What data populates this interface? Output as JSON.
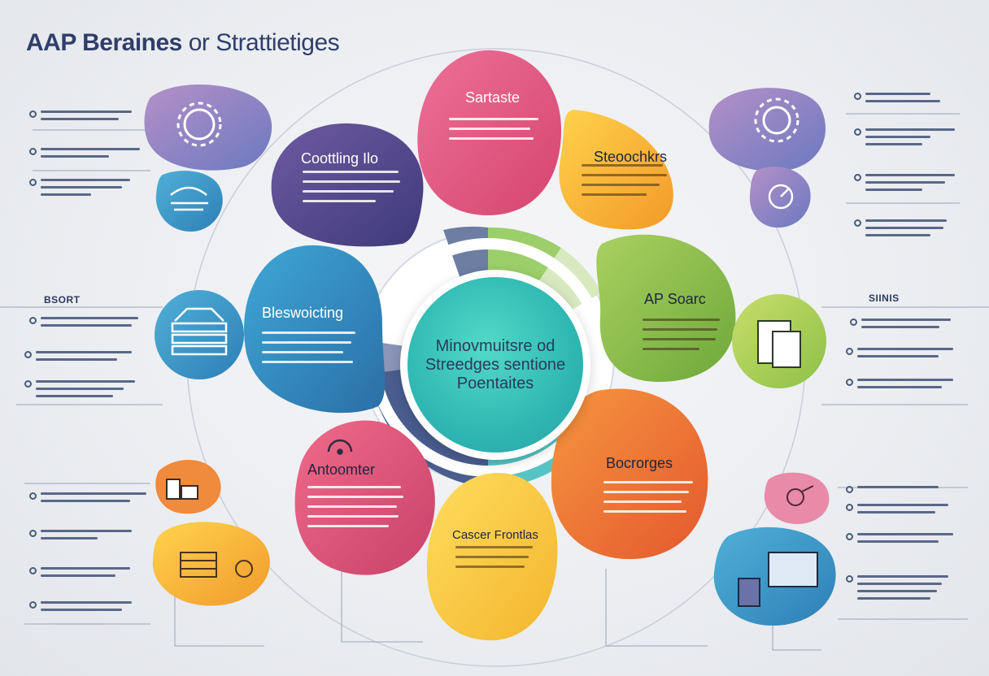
{
  "title": {
    "main": "AAP Beraines",
    "rest": " or Strattietiges"
  },
  "hub": {
    "line1": "Minovmuitsre od",
    "line2": "Streedges sentione",
    "line3": "Poentaites"
  },
  "segments": {
    "top": {
      "title": "Sartaste",
      "color": "#e0567f"
    },
    "top_left": {
      "title": "Coottling Ilo",
      "color": "#5b4b8a"
    },
    "top_right": {
      "title": "Steoochkrs",
      "color": "#f5b335"
    },
    "left": {
      "title": "Bleswoicting",
      "color": "#2f8cc0"
    },
    "right": {
      "title": "AP Soarc",
      "color": "#8cc04a"
    },
    "bottom_left": {
      "title": "Antoomter",
      "color": "#e35a7c"
    },
    "bottom": {
      "title": "Cascer Frontlas",
      "color": "#f7c33b"
    },
    "bottom_right": {
      "title": "Bocrorges",
      "color": "#f07a3a"
    }
  },
  "left_side_heading": "BSORT",
  "right_side_heading": "SIINIS",
  "colors": {
    "title": "#2f3e6b",
    "background": "#eceef2",
    "hub": "#2fb8b3"
  },
  "icons": [
    "gear-icon",
    "bridge-icon",
    "server-icon",
    "building-icon",
    "machine-icon",
    "chart-icon",
    "document-icon",
    "tools-icon",
    "monitor-icon"
  ]
}
